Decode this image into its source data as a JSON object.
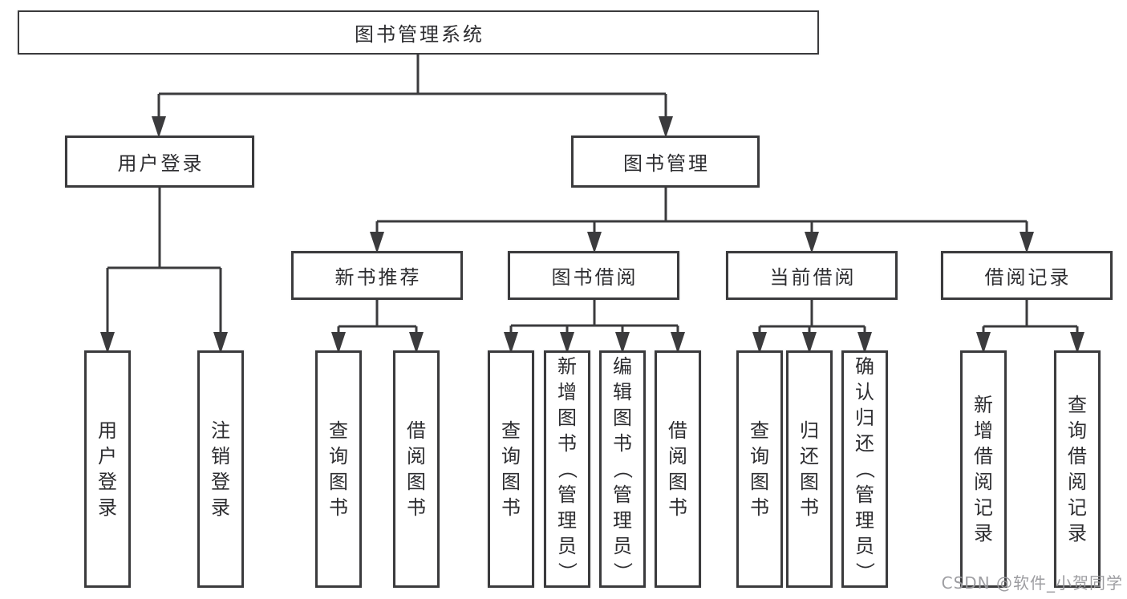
{
  "tree": {
    "root": {
      "label": "图书管理系统"
    },
    "branches": [
      {
        "label": "用户登录",
        "children": [
          "用户登录",
          "注销登录"
        ]
      },
      {
        "label": "图书管理",
        "children": [
          {
            "label": "新书推荐",
            "children": [
              "查询图书",
              "借阅图书"
            ]
          },
          {
            "label": "图书借阅",
            "children": [
              "查询图书",
              "新增图书（管理员）",
              "编辑图书（管理员）",
              "借阅图书"
            ]
          },
          {
            "label": "当前借阅",
            "children": [
              "查询图书",
              "归还图书",
              "确认归还（管理员）"
            ]
          },
          {
            "label": "借阅记录",
            "children": [
              "新增借阅记录",
              "查询借阅记录"
            ]
          }
        ]
      }
    ]
  },
  "watermark": {
    "text": "CSDN @软件_小贺同学"
  },
  "colors": {
    "line": "#3b3b3d",
    "text": "#2d2d30",
    "box_bg": "#ffffff",
    "watermark": "#98989c",
    "background": "#ffffff"
  }
}
